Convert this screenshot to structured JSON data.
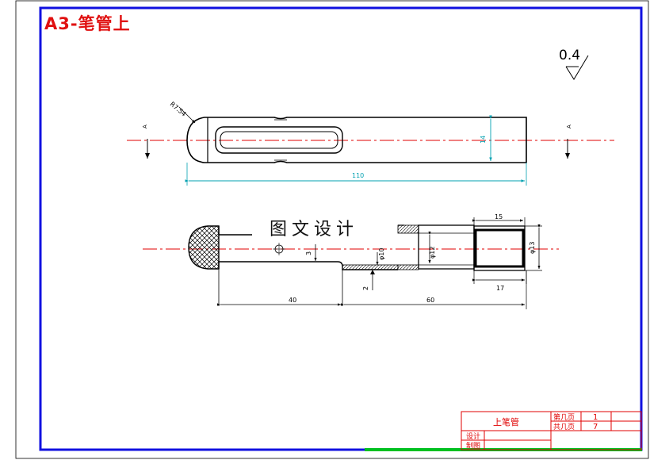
{
  "drawing": {
    "title": "A3-笔管上",
    "watermark": "图文设计",
    "surface_roughness": "0.4",
    "section_mark": "A",
    "colors": {
      "frame": "#1010e0",
      "border_bottom_accent": "#00c020",
      "part_outline": "#000000",
      "dimension": "#00a0b0",
      "centerline": "#e00000",
      "title_text": "#e01010",
      "title_block": "#e00000",
      "hatch": "#000000"
    }
  },
  "top_view": {
    "radius_label": "R7.54",
    "width_label": "14",
    "length_label": "110"
  },
  "section_view": {
    "labels": {
      "dim_15": "15",
      "dim_17": "17",
      "dim_40": "40",
      "dim_60": "60",
      "dia_12": "φ12",
      "dia_10": "φ10",
      "dia_13": "φ13",
      "dim_3": "3",
      "dim_2": "2"
    }
  },
  "title_block": {
    "part_name": "上笔管",
    "sheet_label": "第几页",
    "total_label": "共几页",
    "sheet_value": "1",
    "total_value": "7",
    "designer_label": "设计",
    "drafter_label": "制图"
  }
}
